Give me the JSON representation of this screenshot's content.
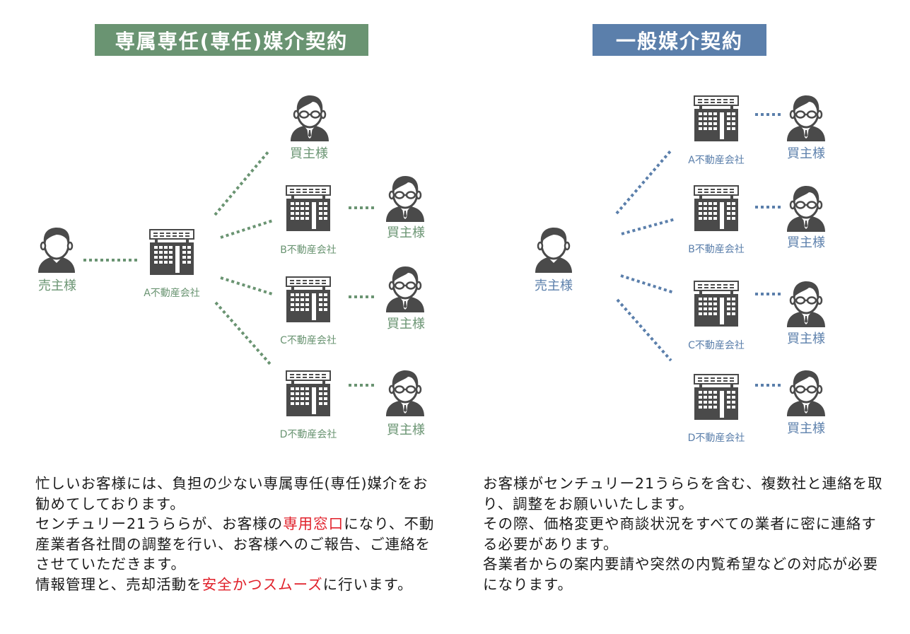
{
  "left_panel": {
    "title": "専属専任(専任)媒介契約",
    "accent_color": "#6a9472",
    "seller_label": "売主様",
    "hub_company_label": "A不動産会社",
    "top_buyer_label": "買主様",
    "companies": [
      {
        "label": "B不動産会社",
        "buyer_label": "買主様"
      },
      {
        "label": "C不動産会社",
        "buyer_label": "買主様"
      },
      {
        "label": "D不動産会社",
        "buyer_label": "買主様"
      }
    ],
    "description": [
      {
        "text": "忙しいお客様には、負担の少ない専属専任(専任)媒介をお勧めてしております。"
      },
      {
        "pre": "センチュリー21うららが、お客様の",
        "highlight": "専用窓口",
        "post": "になり、不動産業者各社間の調整を行い、お客様へのご報告、ご連絡をさせていただきます。"
      },
      {
        "pre": "情報管理と、売却活動を",
        "highlight": "安全かつスムーズ",
        "post": "に行います。"
      }
    ]
  },
  "right_panel": {
    "title": "一般媒介契約",
    "accent_color": "#5b7fab",
    "seller_label": "売主様",
    "companies": [
      {
        "label": "A不動産会社",
        "buyer_label": "買主様"
      },
      {
        "label": "B不動産会社",
        "buyer_label": "買主様"
      },
      {
        "label": "C不動産会社",
        "buyer_label": "買主様"
      },
      {
        "label": "D不動産会社",
        "buyer_label": "買主様"
      }
    ],
    "description": [
      "お客様がセンチュリー21うららを含む、複数社と連絡を取り、調整をお願いいたします。",
      "その際、価格変更や商談状況をすべての業者に密に連絡する必要があります。",
      "各業者からの案内要請や突然の内覧希望などの対応が必要になります。"
    ]
  },
  "icon_color": "#4a4a4a",
  "highlight_color": "#e0202a"
}
